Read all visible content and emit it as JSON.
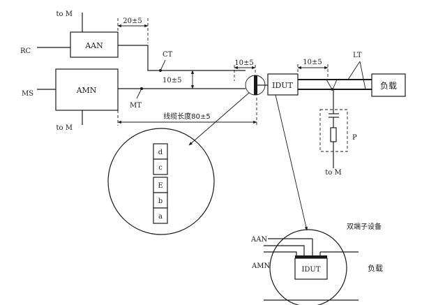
{
  "labels": {
    "to_m_top": "to M",
    "to_m_left": "to M",
    "to_m_probe": "to M",
    "rc": "RC",
    "ms": "MS",
    "aan": "AAN",
    "amn": "AMN",
    "ct": "CT",
    "mt": "MT",
    "lt": "LT",
    "p": "P",
    "idut": "IDUT",
    "load": "负载"
  },
  "dimensions": {
    "aan_offset": "20±5",
    "ct_mt_spacing": "10±5",
    "idut_gap_left": "10±5",
    "idut_gap_right": "10±5",
    "cable_length": "线缆长度80±5"
  },
  "detail_left": {
    "layers": [
      "d",
      "c",
      "E",
      "b",
      "a"
    ]
  },
  "detail_right": {
    "title": "双端子设备",
    "aan": "AAN",
    "amn": "AMN",
    "idut": "IDUT",
    "load": "负载"
  }
}
